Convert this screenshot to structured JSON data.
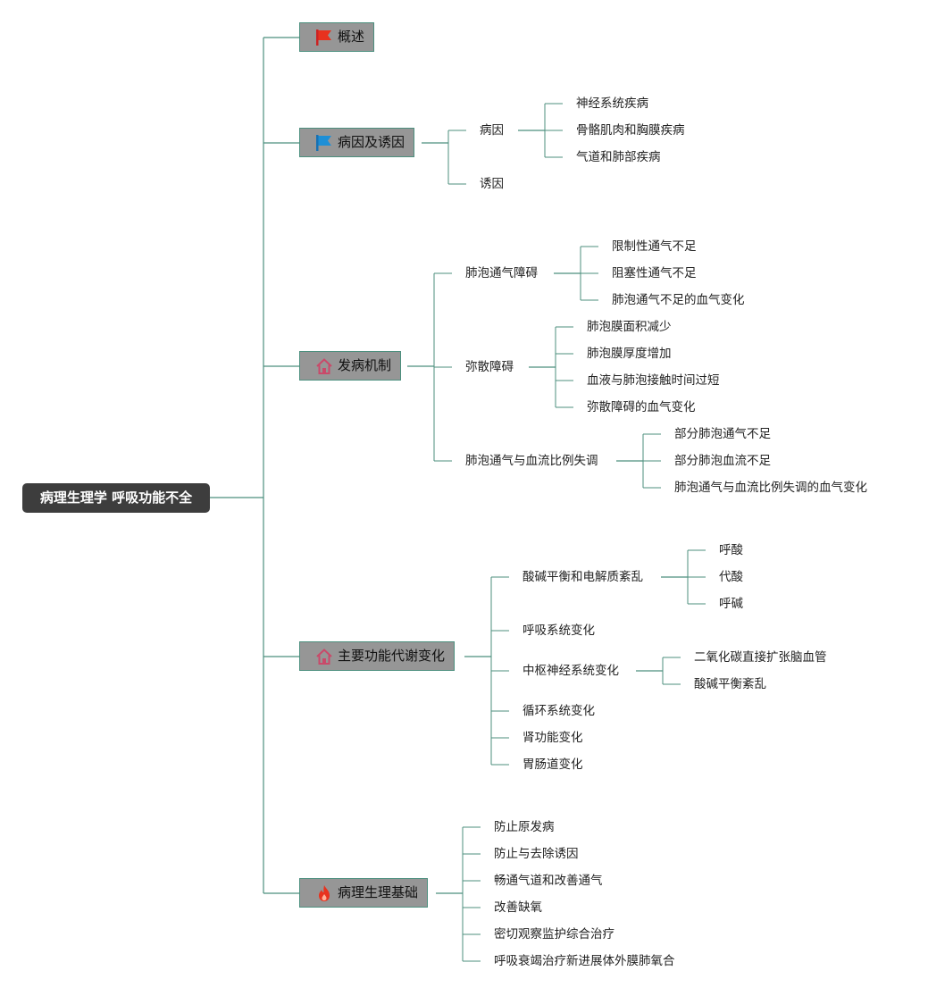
{
  "root": {
    "label": "病理生理学 呼吸功能不全"
  },
  "branches": [
    {
      "label": "概述",
      "icon": "red-flag-icon"
    },
    {
      "label": "病因及诱因",
      "icon": "blue-flag-icon",
      "children": [
        {
          "label": "病因",
          "children": [
            "神经系统疾病",
            "骨骼肌肉和胸膜疾病",
            "气道和肺部疾病"
          ]
        },
        {
          "label": "诱因"
        }
      ]
    },
    {
      "label": "发病机制",
      "icon": "house-icon",
      "children": [
        {
          "label": "肺泡通气障碍",
          "children": [
            "限制性通气不足",
            "阻塞性通气不足",
            "肺泡通气不足的血气变化"
          ]
        },
        {
          "label": "弥散障碍",
          "children": [
            "肺泡膜面积减少",
            "肺泡膜厚度增加",
            "血液与肺泡接触时间过短",
            "弥散障碍的血气变化"
          ]
        },
        {
          "label": "肺泡通气与血流比例失调",
          "children": [
            "部分肺泡通气不足",
            "部分肺泡血流不足",
            "肺泡通气与血流比例失调的血气变化"
          ]
        }
      ]
    },
    {
      "label": "主要功能代谢变化",
      "icon": "house-icon",
      "children": [
        {
          "label": "酸碱平衡和电解质紊乱",
          "children": [
            "呼酸",
            "代酸",
            "呼碱"
          ]
        },
        {
          "label": "呼吸系统变化"
        },
        {
          "label": "中枢神经系统变化",
          "children": [
            "二氧化碳直接扩张脑血管",
            "酸碱平衡紊乱"
          ]
        },
        {
          "label": "循环系统变化"
        },
        {
          "label": "肾功能变化"
        },
        {
          "label": "胃肠道变化"
        }
      ]
    },
    {
      "label": "病理生理基础",
      "icon": "fire-icon",
      "children": [
        {
          "label": "防止原发病"
        },
        {
          "label": "防止与去除诱因"
        },
        {
          "label": "畅通气道和改善通气"
        },
        {
          "label": "改善缺氧"
        },
        {
          "label": "密切观察监护综合治疗"
        },
        {
          "label": "呼吸衰竭治疗新进展体外膜肺氧合"
        }
      ]
    }
  ],
  "colors": {
    "connector": "#4c8f7e",
    "root_bg": "#3d3d3d",
    "branch_bg": "#969696",
    "flag_red": "#e8321e",
    "flag_blue": "#1e8fd6",
    "house": "#c94a6a",
    "fire": "#e8321e"
  }
}
